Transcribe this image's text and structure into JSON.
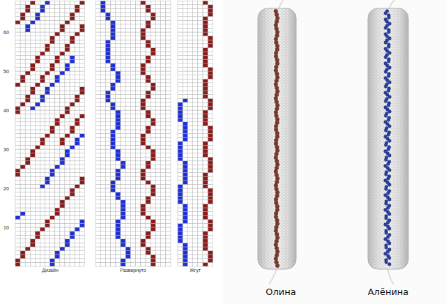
{
  "diagram": {
    "labels": [
      "60",
      "50",
      "40",
      "30",
      "20",
      "10",
      "Дизайн",
      "Развернуто",
      "Жгут",
      "Олина",
      "Алёнина"
    ]
  }
}
